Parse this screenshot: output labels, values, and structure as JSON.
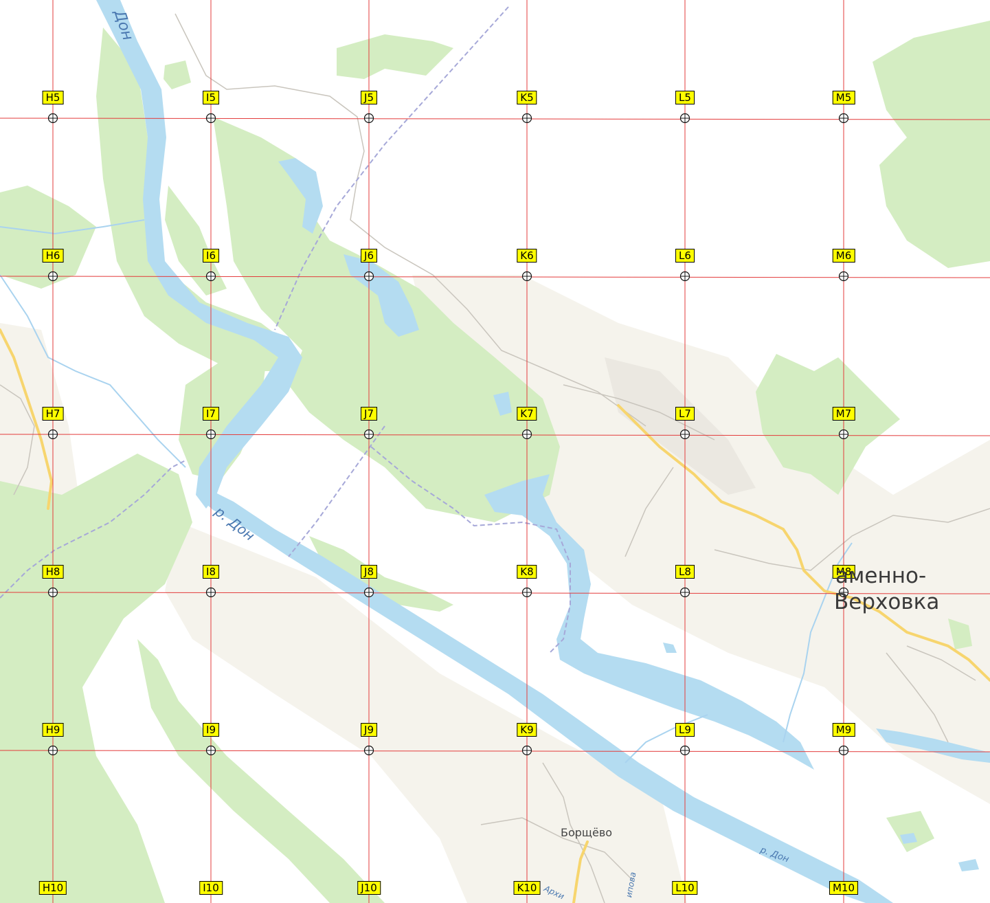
{
  "map": {
    "columns": [
      "H",
      "I",
      "J",
      "K",
      "L",
      "M"
    ],
    "rows": [
      5,
      6,
      7,
      8,
      9,
      10
    ],
    "grid_labels": [
      "H5",
      "I5",
      "J5",
      "K5",
      "L5",
      "M5",
      "H6",
      "I6",
      "J6",
      "K6",
      "L6",
      "M6",
      "H7",
      "I7",
      "J7",
      "K7",
      "L7",
      "M7",
      "H8",
      "I8",
      "J8",
      "K8",
      "L8",
      "M8",
      "H9",
      "I9",
      "J9",
      "K9",
      "L9",
      "M9",
      "H10",
      "I10",
      "J10",
      "K10",
      "L10",
      "M10"
    ],
    "places": {
      "town_line1": "аменно-",
      "town_line2": "Верховка",
      "village": "Борщёво"
    },
    "river_labels": {
      "top": "Дон",
      "middle": "р. Дон",
      "bottom": "р. Дон"
    },
    "street_labels": {
      "a": "Архи",
      "b": "ипова"
    },
    "colors": {
      "forest": "#d4edc2",
      "water": "#b4dcf1",
      "urban": "#f5f3ec",
      "grid": "#e33b3b",
      "label_bg": "#ffff00",
      "road_major": "#f7d56e",
      "rail": "#a6a8d8"
    }
  }
}
